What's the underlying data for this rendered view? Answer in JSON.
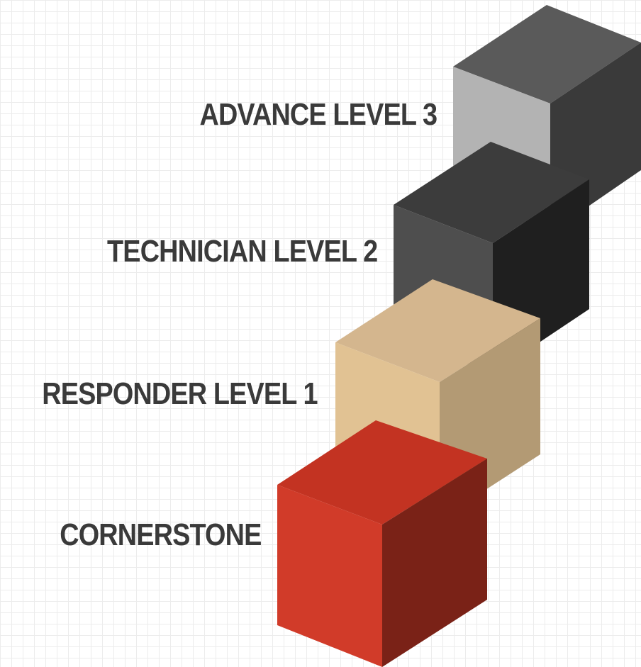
{
  "levels": [
    {
      "label": "ADVANCE LEVEL 3",
      "colors": {
        "top": "#5a5a5a",
        "left": "#b3b3b3",
        "right": "#3a3a3a"
      }
    },
    {
      "label": "TECHNICIAN LEVEL 2",
      "colors": {
        "top": "#3c3c3c",
        "left": "#4e4e4e",
        "right": "#1f1f1f"
      }
    },
    {
      "label": "RESPONDER LEVEL 1",
      "colors": {
        "top": "#d4b68e",
        "left": "#e1c293",
        "right": "#b39a74"
      }
    },
    {
      "label": "CORNERSTONE",
      "colors": {
        "top": "#c33322",
        "left": "#d13b29",
        "right": "#7a2217"
      }
    }
  ]
}
